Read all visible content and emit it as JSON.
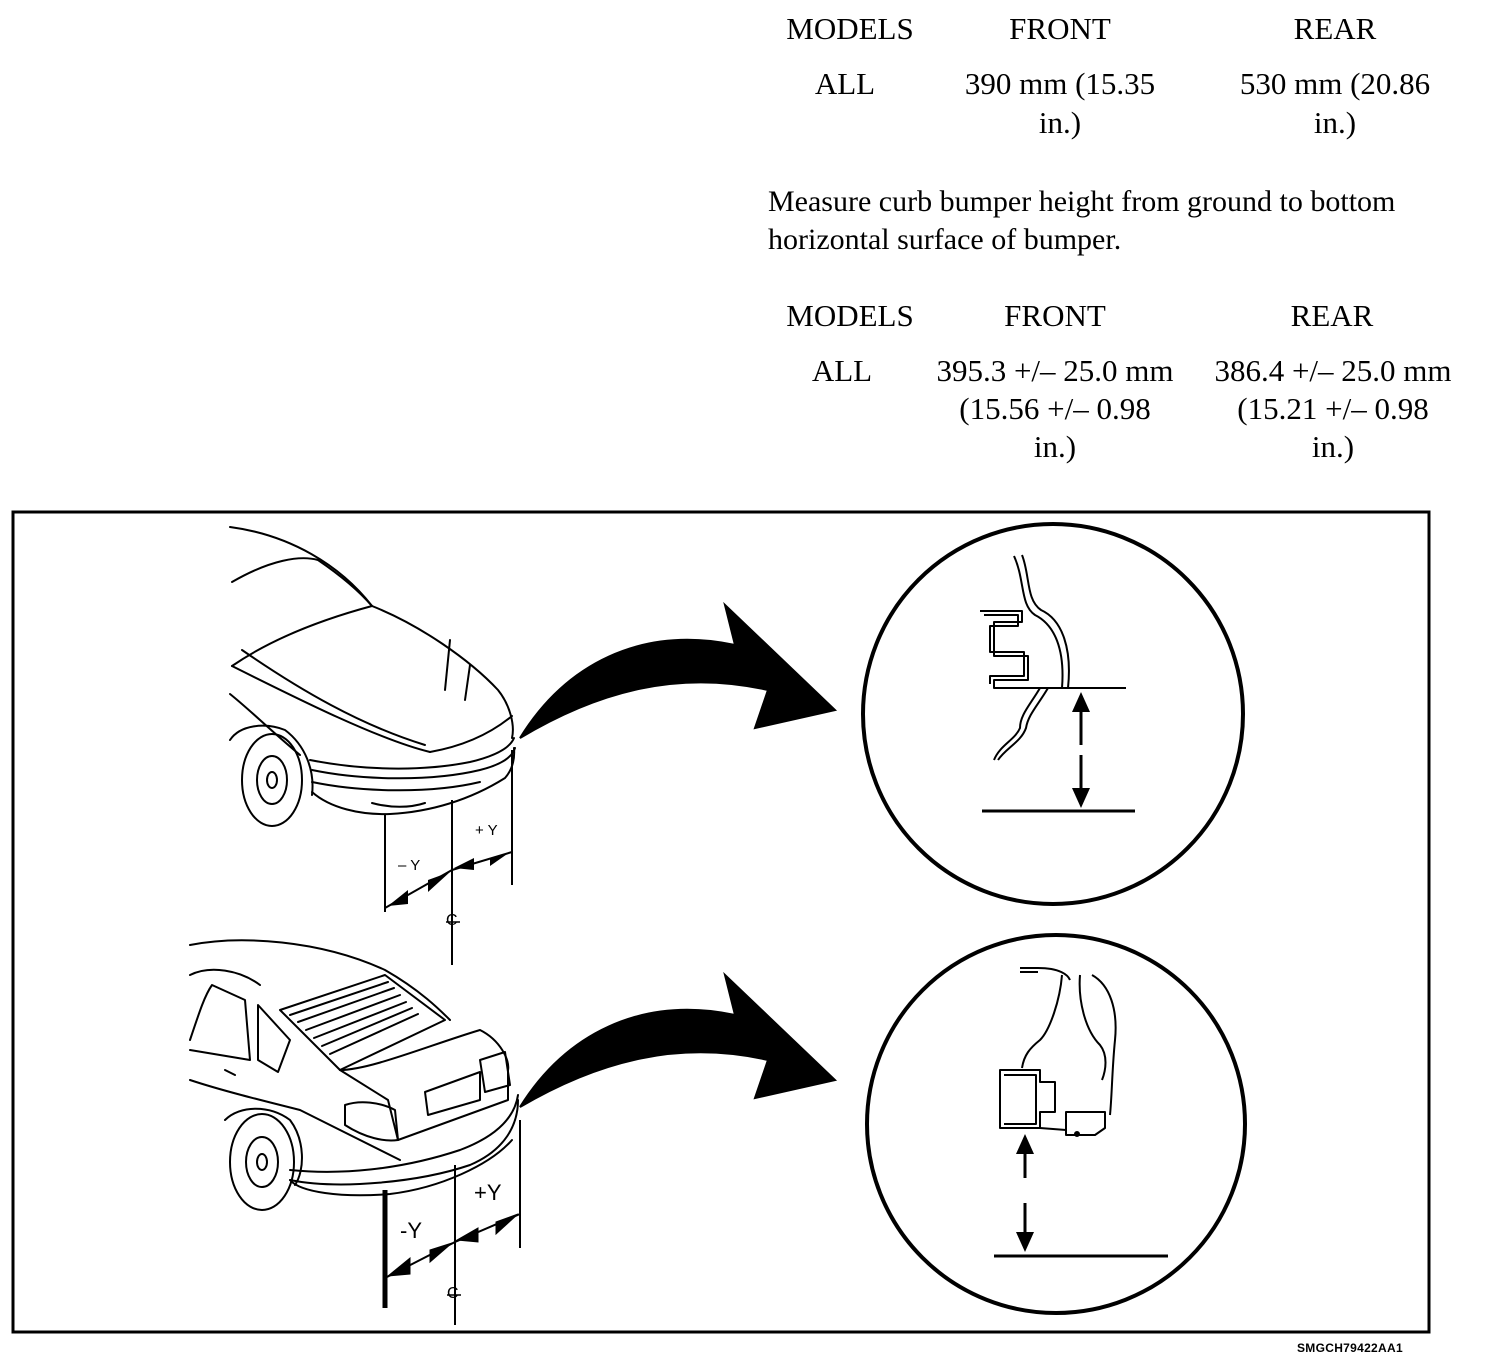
{
  "table1": {
    "headers": [
      "MODELS",
      "FRONT",
      "REAR"
    ],
    "row": {
      "model": "ALL",
      "front": [
        "390 mm (15.35",
        "in.)"
      ],
      "rear": [
        "530 mm (20.86",
        "in.)"
      ]
    }
  },
  "instruction": [
    "Measure curb bumper height from ground to bottom",
    "horizontal surface of bumper."
  ],
  "table2": {
    "headers": [
      "MODELS",
      "FRONT",
      "REAR"
    ],
    "row": {
      "model": "ALL",
      "front": [
        "395.3 +/– 25.0 mm",
        "(15.56 +/– 0.98",
        "in.)"
      ],
      "rear": [
        "386.4 +/– 25.0 mm",
        "(15.21 +/– 0.98",
        "in.)"
      ]
    }
  },
  "figure": {
    "front_labels": {
      "minus": "– Y",
      "plus": "+ Y",
      "center": "C"
    },
    "rear_labels": {
      "minus": "-Y",
      "plus": "+Y",
      "center": "C"
    },
    "code": "SMGCH79422AA1"
  }
}
